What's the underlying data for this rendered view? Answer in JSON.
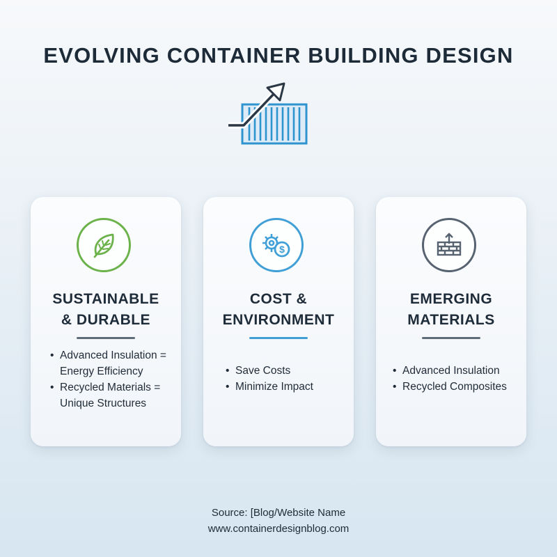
{
  "title": "EVOLVING CONTAINER BUILDING DESIGN",
  "colors": {
    "green": "#6cb24a",
    "blue": "#3f9fd6",
    "slate": "#566270",
    "dark_text": "#1d2a38"
  },
  "hero": {
    "icon": "shipping-container-growth-arrow-icon"
  },
  "cards": [
    {
      "icon": "leaf-icon",
      "heading": "SUSTAINABLE\n& DURABLE",
      "bullets": [
        "Advanced Insulation = Energy Efficiency",
        "Recycled Materials = Unique Structures"
      ]
    },
    {
      "icon": "gear-dollar-icon",
      "heading": "COST &\nENVIRONMENT",
      "bullets": [
        "Save Costs",
        "Minimize Impact"
      ]
    },
    {
      "icon": "brick-wall-upload-icon",
      "heading": "EMERGING\nMATERIALS",
      "bullets": [
        "Advanced Insulation",
        "Recycled Composites"
      ]
    }
  ],
  "source": {
    "line1": "Source: [Blog/Website Name",
    "line2": "www.containerdesignblog.com"
  }
}
